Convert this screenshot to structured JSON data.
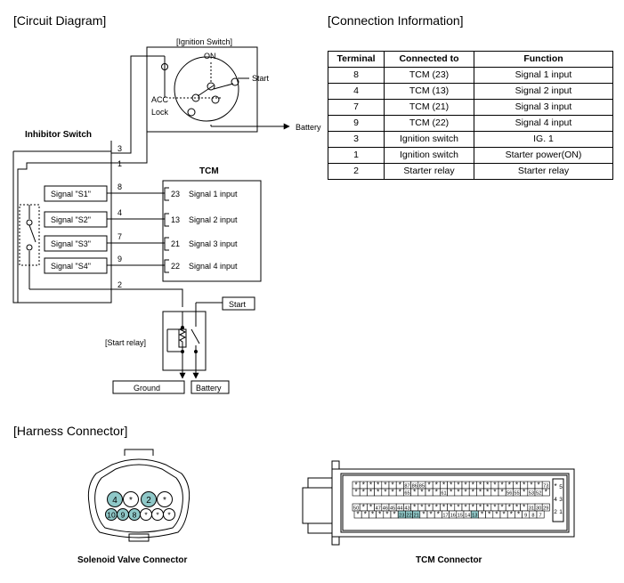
{
  "titles": {
    "circuit": "[Circuit Diagram]",
    "connection": "[Connection Information]",
    "harness": "[Harness Connector]"
  },
  "circuit": {
    "ignition_switch": "[Ignition Switch]",
    "on": "ON",
    "start": "Start",
    "acc": "ACC",
    "lock": "Lock",
    "battery": "Battery",
    "inhibitor_switch": "Inhibitor Switch",
    "tcm": "TCM",
    "signals": [
      {
        "label": "Signal \"S1\"",
        "wire": "8",
        "pin": "23",
        "input": "Signal 1 input"
      },
      {
        "label": "Signal \"S2\"",
        "wire": "4",
        "pin": "13",
        "input": "Signal 2 input"
      },
      {
        "label": "Signal \"S3\"",
        "wire": "7",
        "pin": "21",
        "input": "Signal 3 input"
      },
      {
        "label": "Signal \"S4\"",
        "wire": "9",
        "pin": "22",
        "input": "Signal 4 input"
      }
    ],
    "wire3": "3",
    "wire1": "1",
    "wire2": "2",
    "start_relay": "[Start relay]",
    "relay_start": "Start",
    "ground": "Ground",
    "relay_battery": "Battery"
  },
  "table": {
    "headers": [
      "Terminal",
      "Connected to",
      "Function"
    ],
    "rows": [
      [
        "8",
        "TCM (23)",
        "Signal 1 input"
      ],
      [
        "4",
        "TCM (13)",
        "Signal 2 input"
      ],
      [
        "7",
        "TCM (21)",
        "Signal 3 input"
      ],
      [
        "9",
        "TCM (22)",
        "Signal 4 input"
      ],
      [
        "3",
        "Ignition switch",
        "IG. 1"
      ],
      [
        "1",
        "Ignition switch",
        "Starter power(ON)"
      ],
      [
        "2",
        "Starter relay",
        "Starter relay"
      ]
    ]
  },
  "solenoid": {
    "caption": "Solenoid Valve Connector",
    "top_row": [
      "4",
      "*",
      "2",
      "*"
    ],
    "bottom_row": [
      "10",
      "9",
      "8",
      "*",
      "*",
      "*"
    ]
  },
  "tcm_connector": {
    "caption": "TCM Connector",
    "rows": [
      [
        "*",
        "*",
        "*",
        "*",
        "*",
        "*",
        "*",
        "87",
        "86",
        "85",
        "*",
        "*",
        "*",
        "*",
        "*",
        "*",
        "*",
        "*",
        "*",
        "*",
        "*",
        "*",
        "*",
        "*",
        "*",
        "*",
        "73"
      ],
      [
        "*",
        "*",
        "*",
        "*",
        "*",
        "*",
        "*",
        "65",
        "*",
        "*",
        "*",
        "*",
        "61",
        "*",
        "*",
        "*",
        "*",
        "*",
        "*",
        "*",
        "*",
        "56",
        "55",
        "*",
        "53",
        "52",
        "*"
      ],
      [
        "50",
        "*",
        "*",
        "47",
        "46",
        "45",
        "44",
        "43",
        "*",
        "*",
        "*",
        "*",
        "*",
        "*",
        "*",
        "*",
        "*",
        "*",
        "*",
        "*",
        "*",
        "*",
        "*",
        "*",
        "31",
        "30",
        "29"
      ],
      [
        "*",
        "*",
        "*",
        "*",
        "*",
        "*",
        "23",
        "22",
        "21",
        "*",
        "*",
        "*",
        "17",
        "16",
        "15",
        "14",
        "13",
        "*",
        "*",
        "*",
        "*",
        "*",
        "*",
        "9",
        "8",
        "7"
      ]
    ],
    "side": [
      [
        "*",
        "5"
      ],
      [
        "4",
        "3"
      ],
      [
        "2",
        "1"
      ]
    ],
    "highlight": [
      "23",
      "22",
      "21",
      "13"
    ]
  },
  "colors": {
    "highlight": "#8fc8c8",
    "line": "#000000"
  }
}
